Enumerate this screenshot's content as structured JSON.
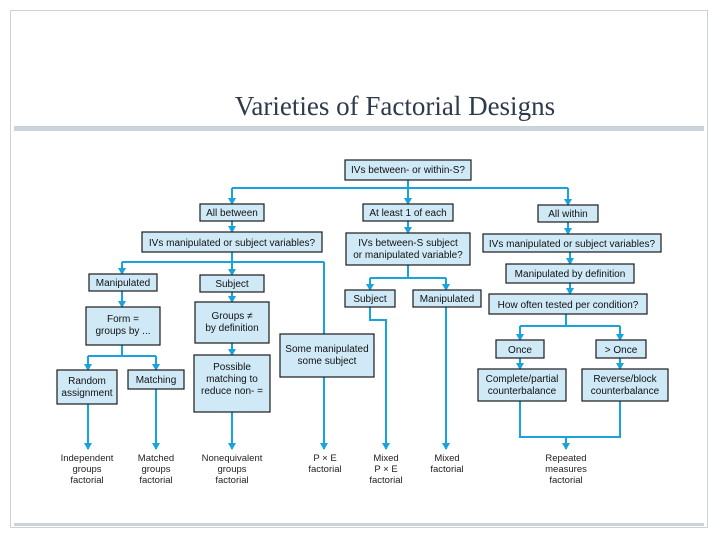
{
  "slide": {
    "title": "Varieties of Factorial Designs"
  },
  "nodes": {
    "root": [
      "IVs between- or within-S?"
    ],
    "all_between": [
      "All between"
    ],
    "at_least_one": [
      "At least 1 of each"
    ],
    "all_within": [
      "All within"
    ],
    "between_q": [
      "IVs manipulated or subject variables?"
    ],
    "mixed_q": [
      "IVs between-S subject",
      "or manipulated variable?"
    ],
    "within_q": [
      "IVs manipulated or subject variables?"
    ],
    "manipulated": [
      "Manipulated"
    ],
    "subject": [
      "Subject"
    ],
    "mixed_subject": [
      "Subject"
    ],
    "mixed_manipulated": [
      "Manipulated"
    ],
    "manip_by_def": [
      "Manipulated by definition"
    ],
    "how_often": [
      "How often tested per condition?"
    ],
    "form_groups": [
      "Form =",
      "groups by ..."
    ],
    "groups_neq": [
      "Groups ≠",
      "by definition"
    ],
    "some_manip": [
      "Some manipulated",
      "some subject"
    ],
    "once": [
      "Once"
    ],
    "more_than_once": [
      "> Once"
    ],
    "random": [
      "Random",
      "assignment"
    ],
    "matching": [
      "Matching"
    ],
    "possible_matching": [
      "Possible",
      "matching to",
      "reduce non- ="
    ],
    "complete_partial": [
      "Complete/partial",
      "counterbalance"
    ],
    "reverse_block": [
      "Reverse/block",
      "counterbalance"
    ]
  },
  "outcomes": {
    "independent": [
      "Independent",
      "groups",
      "factorial"
    ],
    "matched": [
      "Matched",
      "groups",
      "factorial"
    ],
    "nonequivalent": [
      "Nonequivalent",
      "groups",
      "factorial"
    ],
    "pxe": [
      "P × E",
      "factorial"
    ],
    "mixed_pxe": [
      "Mixed",
      "P × E",
      "factorial"
    ],
    "mixed": [
      "Mixed",
      "factorial"
    ],
    "repeated": [
      "Repeated",
      "measures",
      "factorial"
    ]
  },
  "colors": {
    "box_fill": "#cfe9f7",
    "connector": "#19a3dd",
    "title": "#2d3a4a",
    "rule": "#c9d3d8"
  }
}
